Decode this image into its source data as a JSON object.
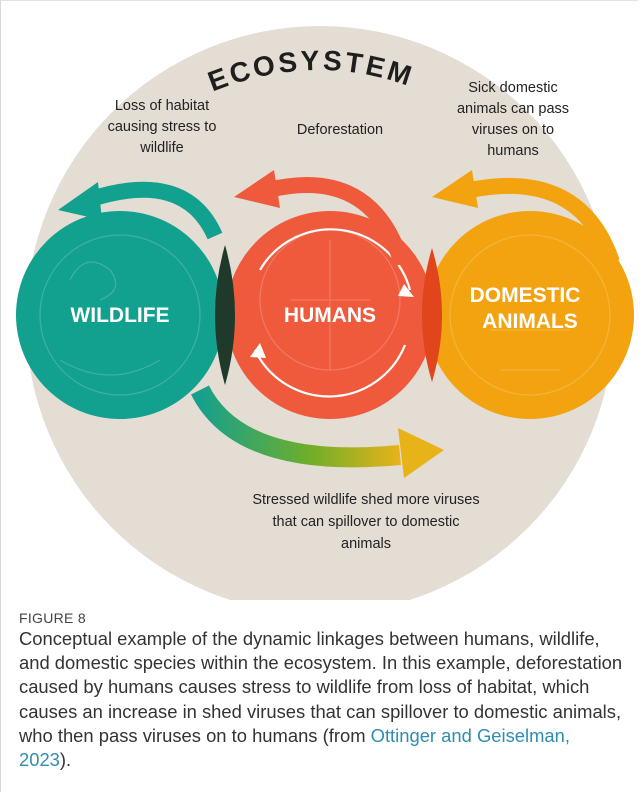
{
  "diagram": {
    "title": "ECOSYSTEM",
    "circles": {
      "wildlife": "WILDLIFE",
      "humans": "HUMANS",
      "domestic_line1": "DOMESTIC",
      "domestic_line2": "ANIMALS"
    },
    "annotations": {
      "habitat": [
        "Loss of habitat",
        "causing stress to",
        "wildlife"
      ],
      "deforestation": "Deforestation",
      "sick_domestic": [
        "Sick domestic",
        "animals can pass",
        "viruses on to",
        "humans"
      ],
      "stressed": [
        "Stressed wildlife shed more viruses",
        "that can spillover to domestic",
        "animals"
      ]
    },
    "colors": {
      "ecosystem_bg": "#e3ddd4",
      "wildlife": "#12a08f",
      "humans": "#ef5a3d",
      "domestic": "#f3a30f"
    }
  },
  "figure_label": "FIGURE 8",
  "caption": {
    "text": "Conceptual example of the dynamic linkages between humans, wildlife, and domestic species within the ecosystem. In this example, deforestation caused by humans causes stress to wildlife from loss of habitat, which causes an increase in shed viruses that can spillover to domestic animals, who then pass viruses on to humans (from ",
    "citation": "Ottinger and Geiselman, 2023",
    "end": ")."
  }
}
